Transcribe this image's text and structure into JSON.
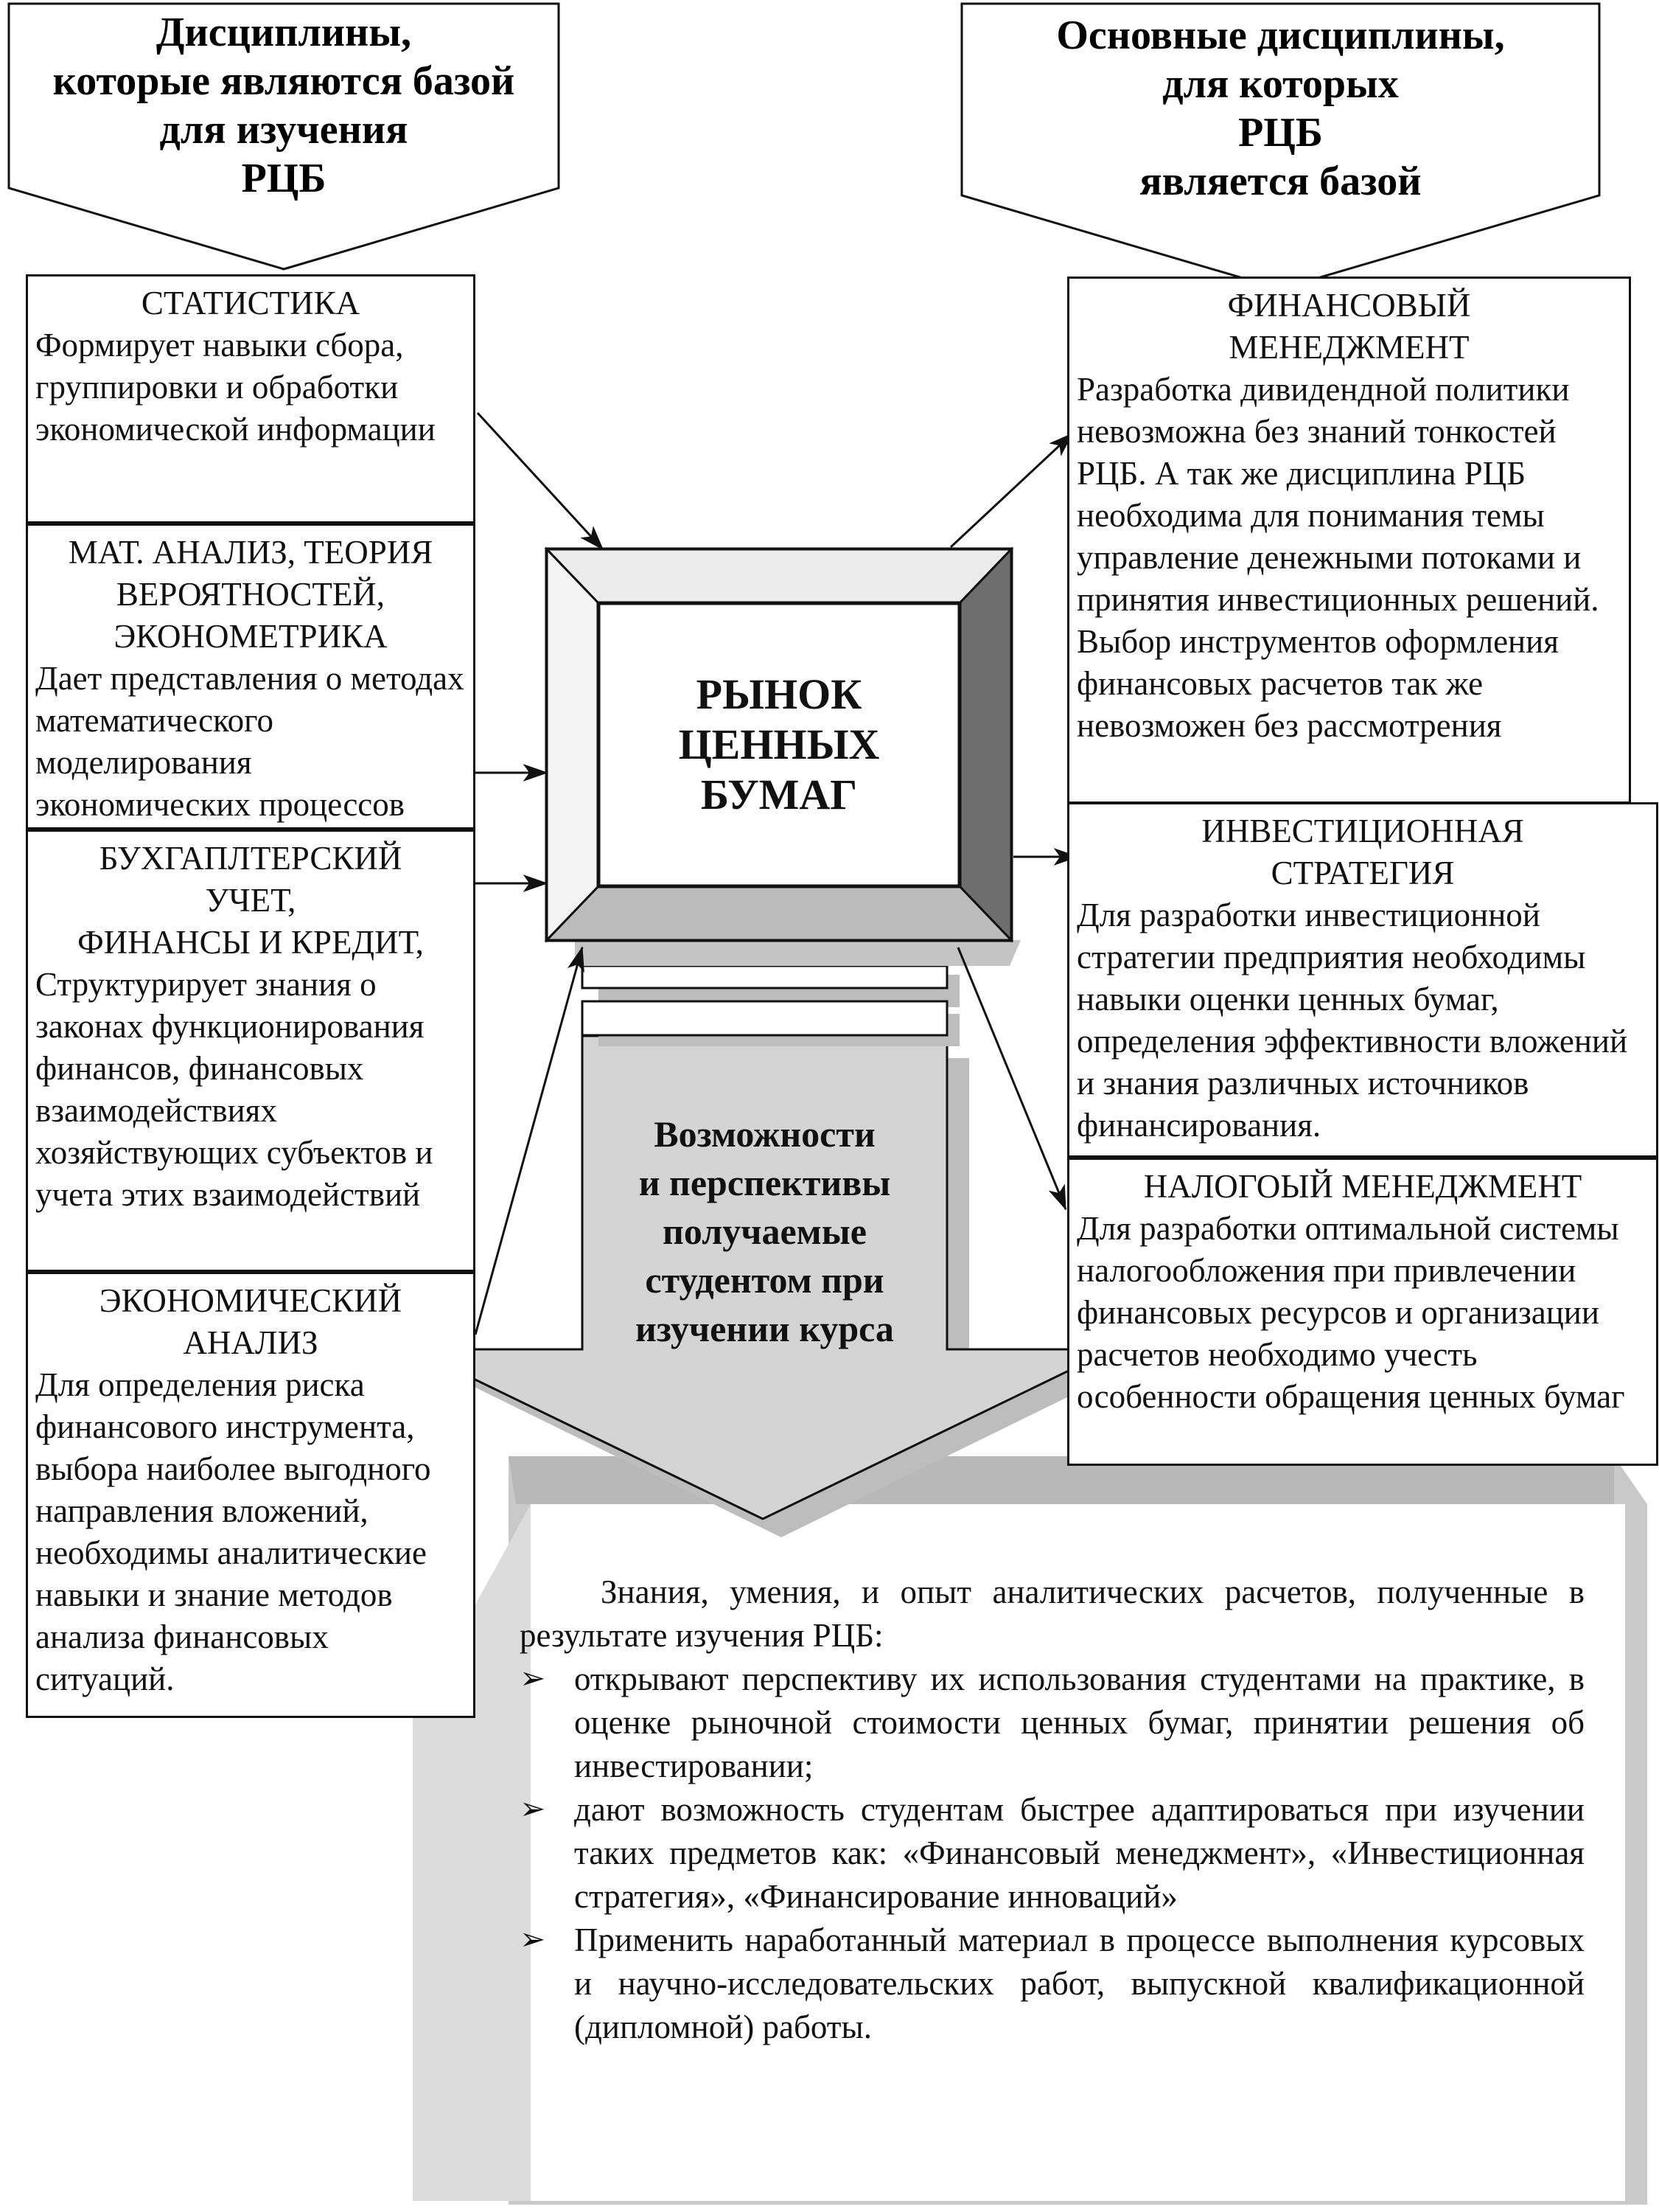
{
  "header_left": {
    "lines": [
      "Дисциплины,",
      "которые являются базой",
      "для изучения",
      "РЦБ"
    ]
  },
  "header_right": {
    "lines": [
      "Основные дисциплины,",
      "для которых",
      "РЦБ",
      "является базой"
    ]
  },
  "center": {
    "title_lines": [
      "РЫНОК",
      "ЦЕННЫХ",
      "БУМАГ"
    ]
  },
  "left_boxes": [
    {
      "title": [
        "СТАТИСТИКА"
      ],
      "body": "Формирует навыки сбора, группировки и обработки экономической информации"
    },
    {
      "title": [
        "МАТ. АНАЛИЗ, ТЕОРИЯ",
        "ВЕРОЯТНОСТЕЙ,",
        "ЭКОНОМЕТРИКА"
      ],
      "body": "Дает представления о методах математического моделирования экономических процессов"
    },
    {
      "title": [
        "БУХГАПЛТЕРСКИЙ",
        "УЧЕТ,",
        "ФИНАНСЫ И КРЕДИТ,"
      ],
      "body": "Структурирует знания о законах функционирования финансов, финансовых взаимодействиях хозяйствующих субъектов и учета этих взаимодействий"
    },
    {
      "title": [
        "ЭКОНОМИЧЕСКИЙ",
        "АНАЛИЗ"
      ],
      "body": "Для определения риска финансового инструмента, выбора наиболее выгодного направления вложений, необходимы аналитические навыки и знание методов анализа финансовых ситуаций."
    }
  ],
  "right_boxes": [
    {
      "title": [
        "ФИНАНСОВЫЙ",
        "МЕНЕДЖМЕНТ"
      ],
      "body": "Разработка дивидендной политики невозможна без знаний тонкостей РЦБ. А так же дисциплина РЦБ необходима для понимания темы управление денежными потоками и принятия инвестиционных решений.",
      "body2": "Выбор инструментов оформления финансовых расчетов так же невозможен без рассмотрения"
    },
    {
      "title": [
        "ИНВЕСТИЦИОННАЯ",
        "СТРАТЕГИЯ"
      ],
      "body": "Для разработки инвестиционной стратегии предприятия необходимы навыки оценки ценных бумаг, определения эффективности вложений и знания различных источников финансирования."
    },
    {
      "title": [
        "НАЛОГОЫЙ МЕНЕДЖМЕНТ"
      ],
      "body": "Для разработки оптимальной системы налогообложения при привлечении финансовых ресурсов и организации расчетов необходимо учесть особенности обращения ценных бумаг"
    }
  ],
  "down_arrow": {
    "lines": [
      "Возможности",
      "и перспективы",
      "получаемые",
      "студентом при",
      "изучении курса"
    ]
  },
  "summary": {
    "intro": "Знания, умения, и опыт аналитических расчетов, полученные в результате изучения РЦБ:",
    "bullet_symbol": "➢",
    "items": [
      "открывают перспективу их использования студентами на практике, в оценке рыночной стоимости ценных бумаг, принятии решения об инвестировании;",
      " дают возможность студентам быстрее адаптироваться при изучении таких предметов как: «Финансовый менеджмент», «Инвестиционная стратегия», «Финансирование инноваций»",
      "Применить наработанный материал в процессе выполнения курсовых и научно-исследовательских работ, выпускной квалификационной (дипломной) работы."
    ]
  },
  "colors": {
    "line": "#111111",
    "shadow": "#c4c4c4",
    "arrow_fill": "#d2d2d2",
    "bevel_light": "#ececec",
    "bevel_mid": "#bcbcbc",
    "bevel_dark": "#6e6e6e"
  }
}
